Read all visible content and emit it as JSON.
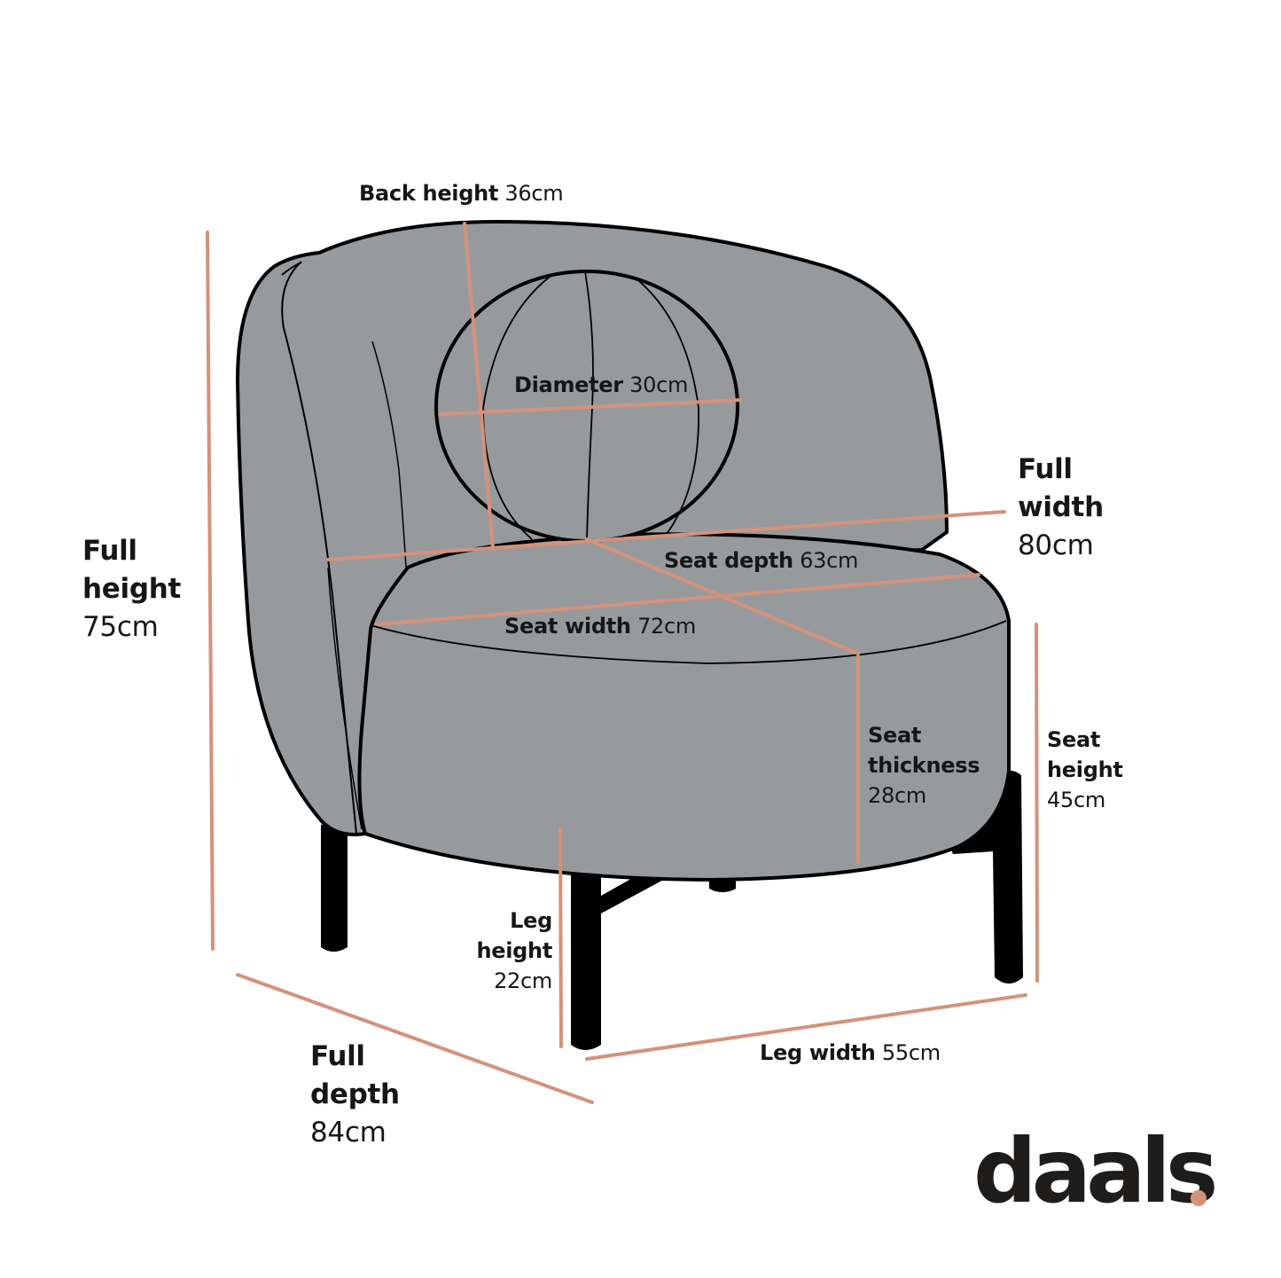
{
  "colors": {
    "background": "#ffffff",
    "chair_fill": "#969a9d",
    "outline": "#000000",
    "dimension_line": "#d4927a",
    "text": "#161616",
    "logo_text": "#1f1c1c",
    "logo_dot": "#d4927a"
  },
  "brand": {
    "name": "daals",
    "dot": "."
  },
  "dimensions": {
    "back_height": {
      "label": "Back height",
      "value": "36cm"
    },
    "diameter": {
      "label": "Diameter",
      "value": "30cm"
    },
    "full_width": {
      "label_line1": "Full",
      "label_line2": "width",
      "value": "80cm"
    },
    "full_height": {
      "label_line1": "Full",
      "label_line2": "height",
      "value": "75cm"
    },
    "seat_depth": {
      "label": "Seat depth",
      "value": "63cm"
    },
    "seat_width": {
      "label": "Seat width",
      "value": "72cm"
    },
    "seat_thickness": {
      "label_line1": "Seat",
      "label_line2": "thickness",
      "value": "28cm"
    },
    "seat_height": {
      "label_line1": "Seat",
      "label_line2": "height",
      "value": "45cm"
    },
    "leg_height": {
      "label_line1": "Leg",
      "label_line2": "height",
      "value": "22cm"
    },
    "leg_width": {
      "label": "Leg width",
      "value": "55cm"
    },
    "full_depth": {
      "label_line1": "Full",
      "label_line2": "depth",
      "value": "84cm"
    }
  }
}
